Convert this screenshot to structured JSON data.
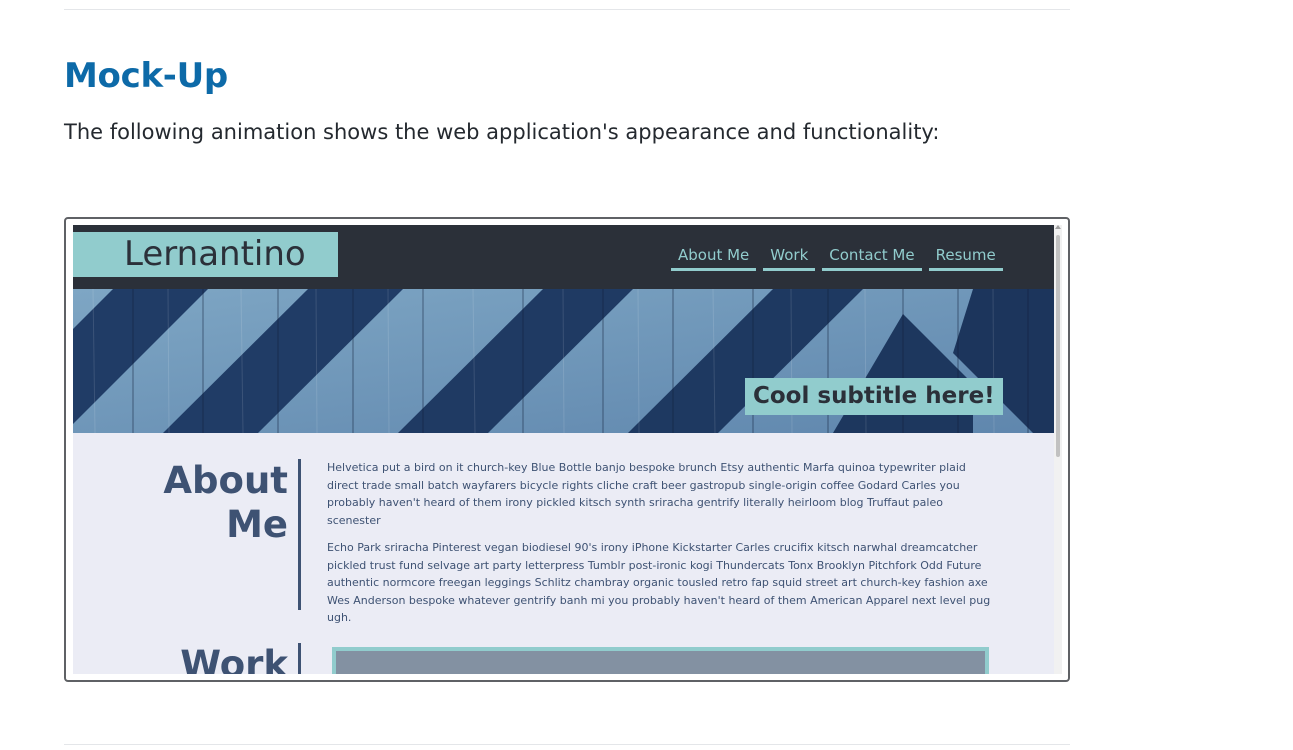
{
  "doc": {
    "heading": "Mock-Up",
    "intro": "The following animation shows the web application's appearance and functionality:"
  },
  "site": {
    "logo": "Lernantino",
    "nav": [
      "About Me",
      "Work",
      "Contact Me",
      "Resume"
    ],
    "hero_subtitle": "Cool subtitle here!",
    "about": {
      "title_line1": "About",
      "title_line2": "Me",
      "paragraphs": [
        "Helvetica put a bird on it church-key Blue Bottle banjo bespoke brunch Etsy authentic Marfa quinoa typewriter plaid direct trade small batch wayfarers bicycle rights cliche craft beer gastropub single-origin coffee Godard Carles you probably haven't heard of them irony pickled kitsch synth sriracha gentrify literally heirloom blog Truffaut paleo scenester",
        "Echo Park sriracha Pinterest vegan biodiesel 90's irony iPhone Kickstarter Carles crucifix kitsch narwhal dreamcatcher pickled trust fund selvage art party letterpress Tumblr post-ironic kogi Thundercats Tonx Brooklyn Pitchfork Odd Future authentic normcore freegan leggings Schlitz chambray organic tousled retro fap squid street art church-key fashion axe Wes Anderson bespoke whatever gentrify banh mi you probably haven't heard of them American Apparel next level pug ugh."
      ]
    },
    "work_title": "Work"
  },
  "colors": {
    "heading": "#0d6aa8",
    "site_header_bg": "#2b3039",
    "accent_teal": "#91cccd",
    "section_text": "#3e5273",
    "content_bg": "#ebecf5"
  }
}
